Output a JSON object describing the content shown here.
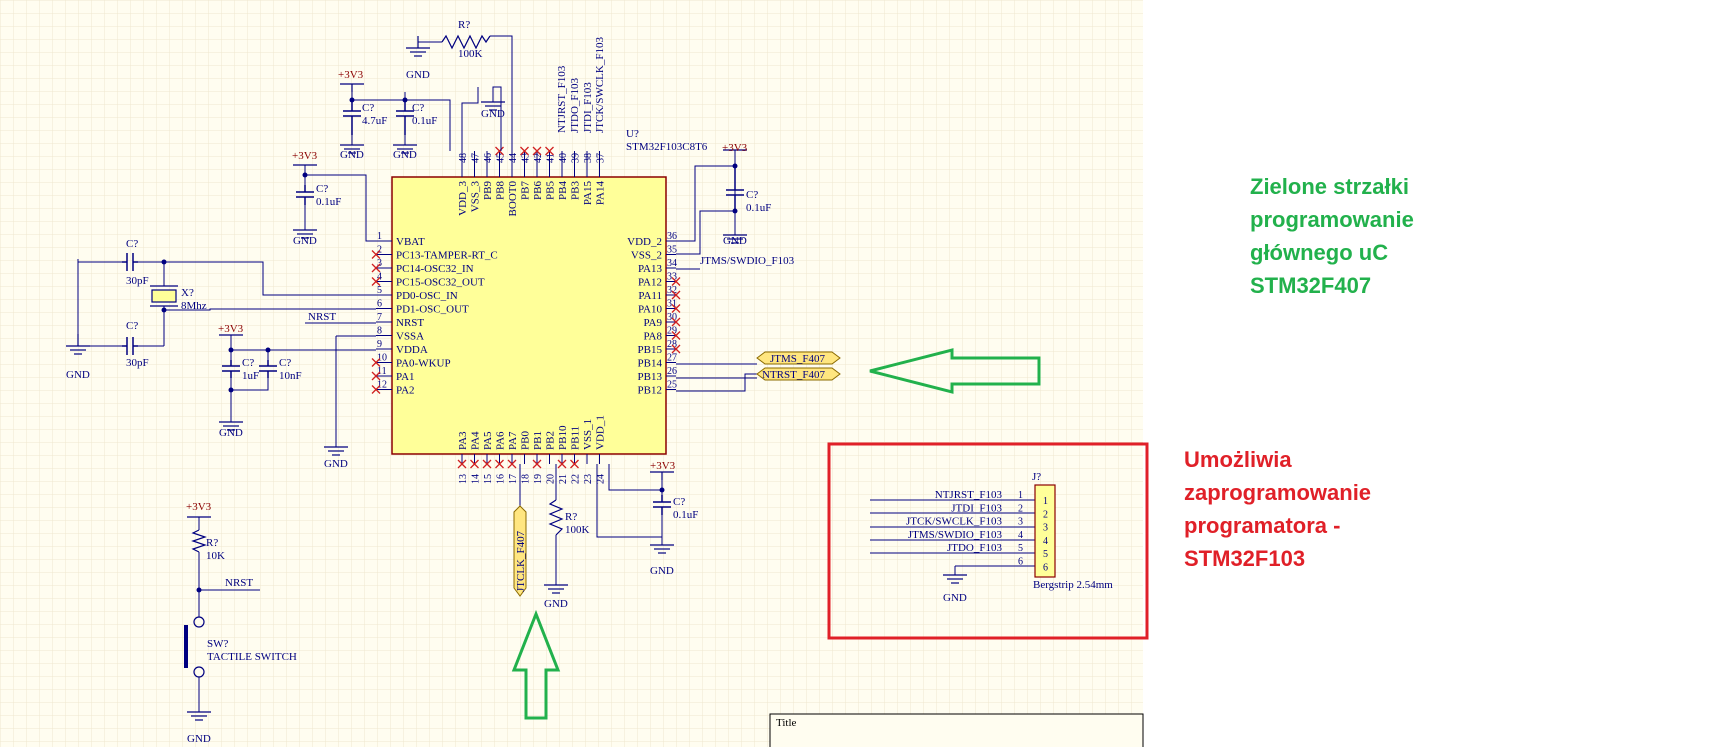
{
  "colors": {
    "sheet_bg": "#fffdf0",
    "grid": "#f0ead2",
    "wire": "#000080",
    "ic_fill": "#ffff99",
    "ic_border": "#8b0000",
    "noconnect": "#d02020",
    "port_fill": "#ffe680",
    "arrow_green": "#22b14c",
    "box_red": "#e02028"
  },
  "ic": {
    "designator": "U?",
    "part": "STM32F103C8T6",
    "left_pins": [
      {
        "num": "1",
        "name": "VBAT"
      },
      {
        "num": "2",
        "name": "PC13-TAMPER-RT_C"
      },
      {
        "num": "3",
        "name": "PC14-OSC32_IN"
      },
      {
        "num": "4",
        "name": "PC15-OSC32_OUT"
      },
      {
        "num": "5",
        "name": "PD0-OSC_IN"
      },
      {
        "num": "6",
        "name": "PD1-OSC_OUT"
      },
      {
        "num": "7",
        "name": "NRST"
      },
      {
        "num": "8",
        "name": "VSSA"
      },
      {
        "num": "9",
        "name": "VDDA"
      },
      {
        "num": "10",
        "name": "PA0-WKUP"
      },
      {
        "num": "11",
        "name": "PA1"
      },
      {
        "num": "12",
        "name": "PA2"
      }
    ],
    "right_pins": [
      {
        "num": "36",
        "name": "VDD_2"
      },
      {
        "num": "35",
        "name": "VSS_2"
      },
      {
        "num": "34",
        "name": "PA13"
      },
      {
        "num": "33",
        "name": "PA12"
      },
      {
        "num": "32",
        "name": "PA11"
      },
      {
        "num": "31",
        "name": "PA10"
      },
      {
        "num": "30",
        "name": "PA9"
      },
      {
        "num": "29",
        "name": "PA8"
      },
      {
        "num": "28",
        "name": "PB15"
      },
      {
        "num": "27",
        "name": "PB14"
      },
      {
        "num": "26",
        "name": "PB13"
      },
      {
        "num": "25",
        "name": "PB12"
      }
    ],
    "top_pins": [
      {
        "num": "48",
        "name": "VDD_3"
      },
      {
        "num": "47",
        "name": "VSS_3"
      },
      {
        "num": "46",
        "name": "PB9"
      },
      {
        "num": "45",
        "name": "PB8"
      },
      {
        "num": "44",
        "name": "BOOT0"
      },
      {
        "num": "43",
        "name": "PB7"
      },
      {
        "num": "42",
        "name": "PB6"
      },
      {
        "num": "41",
        "name": "PB5"
      },
      {
        "num": "40",
        "name": "PB4"
      },
      {
        "num": "39",
        "name": "PB3"
      },
      {
        "num": "38",
        "name": "PA15"
      },
      {
        "num": "37",
        "name": "PA14"
      }
    ],
    "bottom_pins": [
      {
        "num": "13",
        "name": "PA3"
      },
      {
        "num": "14",
        "name": "PA4"
      },
      {
        "num": "15",
        "name": "PA5"
      },
      {
        "num": "16",
        "name": "PA6"
      },
      {
        "num": "17",
        "name": "PA7"
      },
      {
        "num": "18",
        "name": "PB0"
      },
      {
        "num": "19",
        "name": "PB1"
      },
      {
        "num": "20",
        "name": "PB2"
      },
      {
        "num": "21",
        "name": "PB10"
      },
      {
        "num": "22",
        "name": "PB11"
      },
      {
        "num": "23",
        "name": "VSS_1"
      },
      {
        "num": "24",
        "name": "VDD_1"
      }
    ]
  },
  "top_nets": [
    "NTJRST_F103",
    "JTDO_F103",
    "JTDI_F103",
    "JTCK/SWCLK_F103"
  ],
  "net_pa13": "JTMS/SWDIO_F103",
  "ports": {
    "jtms": "JTMS_F407",
    "ntrst": "NTRST_F407",
    "jtclk": "JTCLK_F407"
  },
  "labels": {
    "gnd": "GND",
    "v33": "+3V3",
    "r_des": "R?",
    "c_des": "C?",
    "r100k": "100K",
    "r10k": "10K",
    "c47u": "4.7uF",
    "c01u": "0.1uF",
    "c30p": "30pF",
    "c1u": "1uF",
    "c10n": "10nF",
    "x_des": "X?",
    "x_val": "8Mhz",
    "nrst": "NRST",
    "sw_des": "SW?",
    "sw_val": "TACTILE SWITCH"
  },
  "connector": {
    "designator": "J?",
    "value": "Bergstrip 2.54mm",
    "pins": [
      {
        "num": "1",
        "net": "NTJRST_F103"
      },
      {
        "num": "2",
        "net": "JTDI_F103"
      },
      {
        "num": "3",
        "net": "JTCK/SWCLK_F103"
      },
      {
        "num": "4",
        "net": "JTMS/SWDIO_F103"
      },
      {
        "num": "5",
        "net": "JTDO_F103"
      },
      {
        "num": "6",
        "net": ""
      }
    ]
  },
  "title_block": {
    "title_label": "Title"
  },
  "notes": {
    "green": [
      "Zielone strzałki",
      "programowanie",
      "głównego uC",
      "STM32F407"
    ],
    "red": [
      "Umożliwia",
      "zaprogramowanie",
      "programatora -",
      "STM32F103"
    ]
  }
}
